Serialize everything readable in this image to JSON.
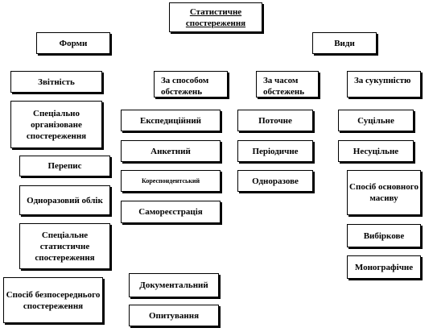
{
  "root": "Статистичне спостереження",
  "groups": {
    "forms": {
      "title": "Форми",
      "items": [
        "Звітність",
        "Спеціально організоване спостереження",
        "Перепис",
        "Одноразовий облік",
        "Спеціальне статистичне спостереження",
        "Спосіб безпосереднього спостереження"
      ]
    },
    "kinds": {
      "title": "Види",
      "by_method": {
        "title": "За способом обстежень",
        "items": [
          "Експедиційний",
          "Анкетний",
          "Кореспондентський",
          "Самореєстрація",
          "Документальний",
          "Опитування"
        ]
      },
      "by_time": {
        "title": "За часом обстежень",
        "items": [
          "Поточне",
          "Періодичне",
          "Одноразове"
        ]
      },
      "by_coverage": {
        "title": "За сукупністю",
        "items": [
          "Суцільне",
          "Несуцільне",
          "Спосіб основного масиву",
          "Вибіркове",
          "Монографічне"
        ]
      }
    }
  }
}
